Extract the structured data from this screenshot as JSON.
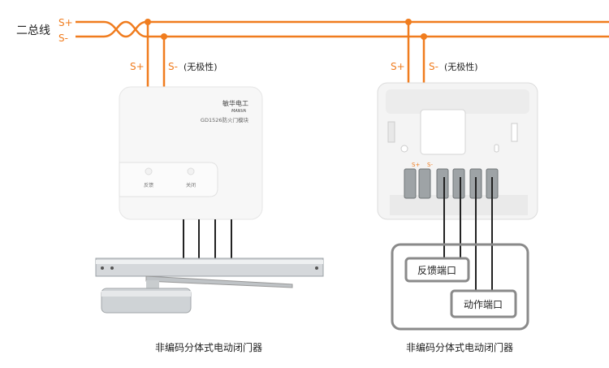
{
  "bus": {
    "label": "二总线",
    "s_plus": "S+",
    "s_minus": "S-"
  },
  "left": {
    "s_plus": "S+",
    "s_minus": "S-",
    "polarity_note": "(无极性)",
    "module": {
      "brand": "敏华电工",
      "brand_en": "MANVA",
      "model": "GD1526防火门模块",
      "led1": "反馈",
      "led2": "关闭"
    },
    "caption": "非编码分体式电动闭门器"
  },
  "right": {
    "s_plus": "S+",
    "s_minus": "S-",
    "polarity_note": "(无极性)",
    "terminal_plus": "S+",
    "terminal_minus": "S-",
    "feedback_port": "反馈端口",
    "action_port": "动作端口",
    "caption": "非编码分体式电动闭门器"
  },
  "colors": {
    "bus": "#f07c1e",
    "wire": "#222222",
    "box": "#8a8a8a"
  }
}
